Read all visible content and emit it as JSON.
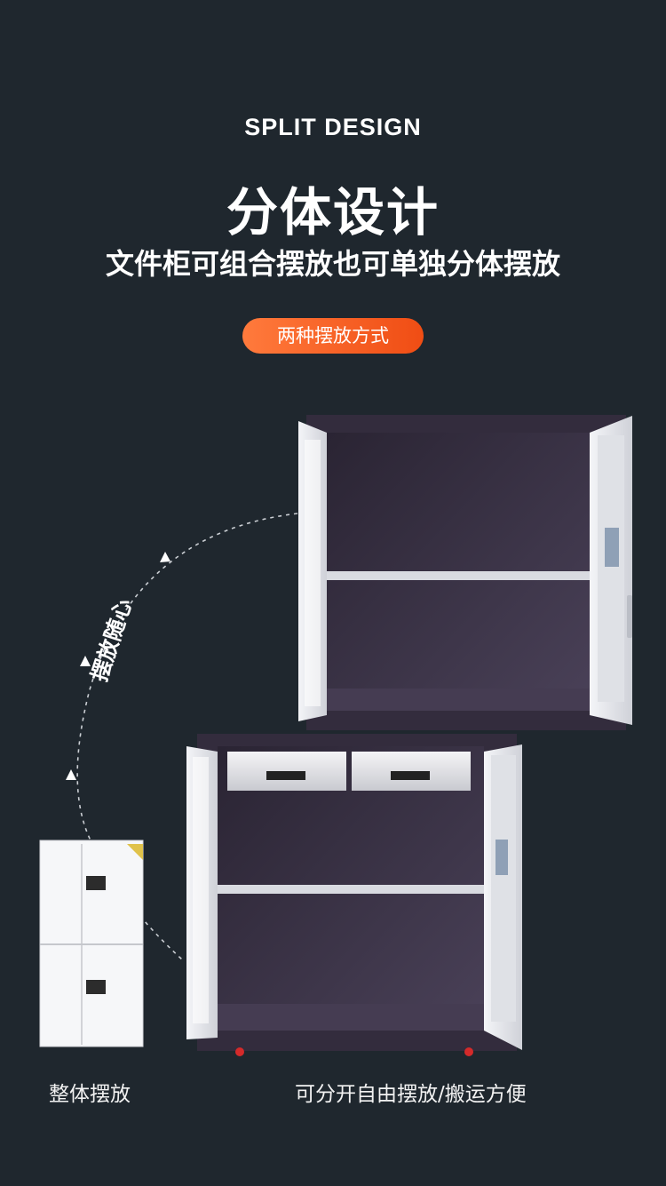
{
  "header": {
    "eyebrow": "SPLIT DESIGN",
    "title": "分体设计",
    "subtitle": "文件柜可组合摆放也可单独分体摆放",
    "pill": "两种摆放方式"
  },
  "diagram": {
    "arc_label": "摆放随心",
    "caption_left": "整体摆放",
    "caption_right": "可分开自由摆放/搬运方便"
  },
  "colors": {
    "background": "#1f272e",
    "accent": "#f35a1d",
    "cabinet_body": "#3a3245",
    "cabinet_door": "#e9eaee"
  }
}
